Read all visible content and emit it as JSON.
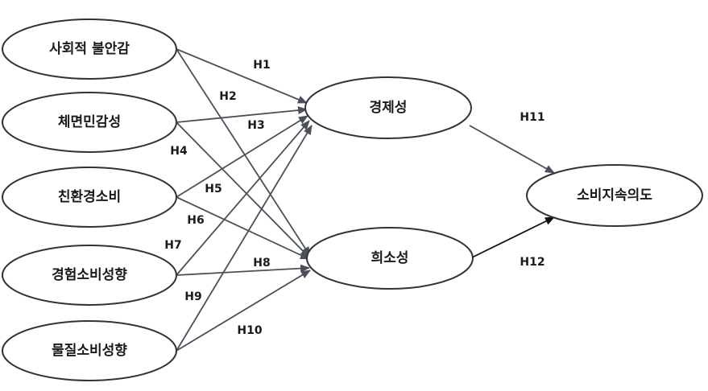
{
  "colors": {
    "node_stroke": "#333333",
    "edge": "#4a4f5a",
    "edge_dark": "#111111",
    "text": "#1a1a1a"
  },
  "nodes": {
    "social_anxiety": "사회적 불안감",
    "face_sensitivity": "체면민감성",
    "eco_consumption": "친환경소비",
    "experiential_consumption": "경험소비성향",
    "materialistic_consumption": "물질소비성향",
    "economy": "경제성",
    "scarcity": "희소성",
    "continuance_intention": "소비지속의도"
  },
  "edges": [
    {
      "id": "H1",
      "label": "H1",
      "from": "social_anxiety",
      "to": "economy"
    },
    {
      "id": "H2",
      "label": "H2",
      "from": "social_anxiety",
      "to": "scarcity"
    },
    {
      "id": "H3",
      "label": "H3",
      "from": "face_sensitivity",
      "to": "economy"
    },
    {
      "id": "H4",
      "label": "H4",
      "from": "face_sensitivity",
      "to": "scarcity"
    },
    {
      "id": "H5",
      "label": "H5",
      "from": "eco_consumption",
      "to": "economy"
    },
    {
      "id": "H6",
      "label": "H6",
      "from": "eco_consumption",
      "to": "scarcity"
    },
    {
      "id": "H7",
      "label": "H7",
      "from": "experiential_consumption",
      "to": "economy"
    },
    {
      "id": "H8",
      "label": "H8",
      "from": "experiential_consumption",
      "to": "scarcity"
    },
    {
      "id": "H9",
      "label": "H9",
      "from": "materialistic_consumption",
      "to": "economy"
    },
    {
      "id": "H10",
      "label": "H10",
      "from": "materialistic_consumption",
      "to": "scarcity"
    },
    {
      "id": "H11",
      "label": "H11",
      "from": "economy",
      "to": "continuance_intention"
    },
    {
      "id": "H12",
      "label": "H12",
      "from": "scarcity",
      "to": "continuance_intention"
    }
  ]
}
